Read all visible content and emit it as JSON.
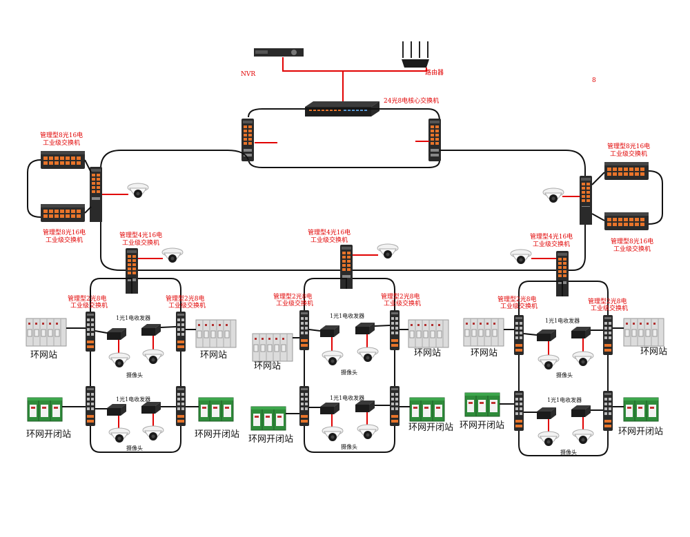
{
  "labels": {
    "nvr": "NVR",
    "router": "路由器",
    "page_number": "8",
    "core_switch": "24光8电核心交换机",
    "managed_8g16e_line1": "管理型8光16电",
    "managed_8g16e_line2": "工业级交换机",
    "managed_4g16e_line1": "管理型4光16电",
    "managed_4g16e_line2": "工业级交换机",
    "managed_2g8e_line1": "管理型2光8电",
    "managed_2g8e_line2": "工业级交换机",
    "transceiver": "1光1电收发器",
    "camera": "摄像头",
    "ring_station": "环网站",
    "ring_switch_station": "环网开闭站"
  },
  "colors": {
    "link_black": "#111111",
    "link_red": "#e10000",
    "label_red": "#e10000",
    "switch_body": "#2a2a2a",
    "switch_port_orange": "#e8742a",
    "cabinet_gray": "#d9d9d9",
    "cabinet_green": "#2e8b3a"
  },
  "icons": {
    "nvr": "nvr-recorder-icon",
    "router": "wifi-router-icon",
    "core_switch": "rack-switch-icon",
    "industrial_switch": "din-rail-switch-icon",
    "camera": "dome-camera-icon",
    "transceiver": "media-converter-icon",
    "cabinet": "switchgear-cabinet-icon",
    "green_cabinet": "ring-main-unit-icon"
  }
}
